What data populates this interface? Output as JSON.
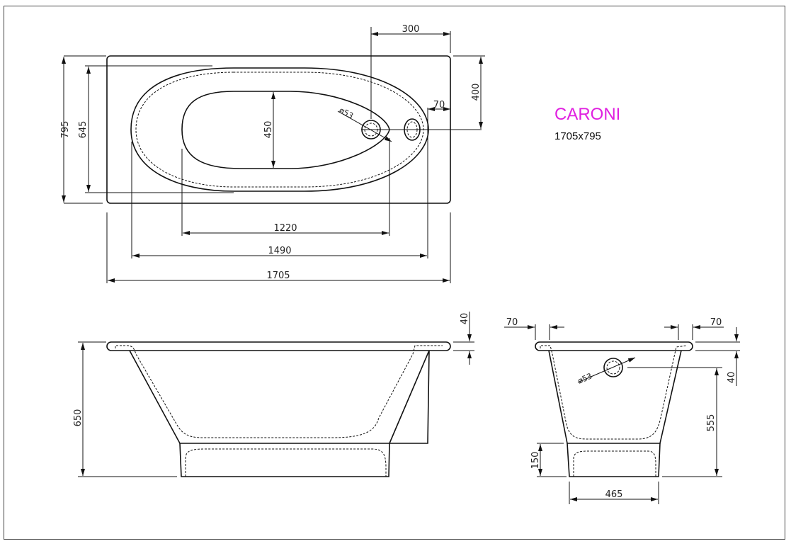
{
  "product": {
    "name": "CARONI",
    "size": "1705x795",
    "name_color": "#e020e0"
  },
  "top_view": {
    "dimensions": {
      "overall_length": "1705",
      "overall_width": "795",
      "inner_width": "645",
      "bottom_width": "450",
      "inner_length": "1490",
      "bottom_length": "1220",
      "drain_offset_x": "300",
      "overflow_offset_y": "400",
      "rim_edge": "70",
      "drain_diameter": "ø53"
    }
  },
  "side_view": {
    "dimensions": {
      "height": "650",
      "rim_thickness": "40"
    }
  },
  "end_view": {
    "dimensions": {
      "rim_left": "70",
      "rim_right": "70",
      "rim_thickness": "40",
      "overflow_height": "555",
      "base_height": "150",
      "base_width": "465",
      "overflow_diameter": "ø53"
    }
  }
}
